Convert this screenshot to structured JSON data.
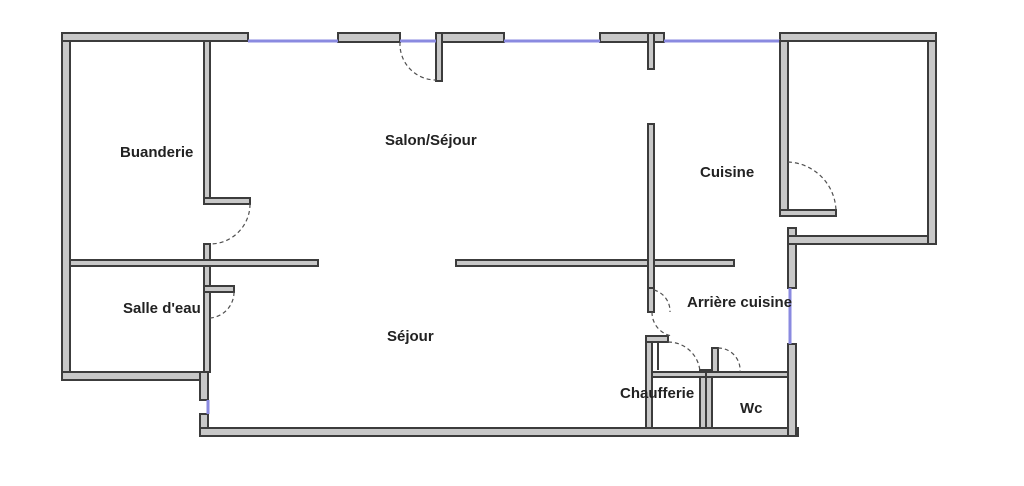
{
  "rooms": {
    "buanderie": "Buanderie",
    "salon_sejour": "Salon/Séjour",
    "cuisine": "Cuisine",
    "salle_deau": "Salle d'eau",
    "sejour": "Séjour",
    "arriere_cuisine": "Arrière cuisine",
    "chaufferie": "Chaufferie",
    "wc": "Wc"
  },
  "colors": {
    "wall_fill": "#c8c8c8",
    "wall_stroke": "#3c3c3c",
    "window": "#8a8ae0"
  }
}
